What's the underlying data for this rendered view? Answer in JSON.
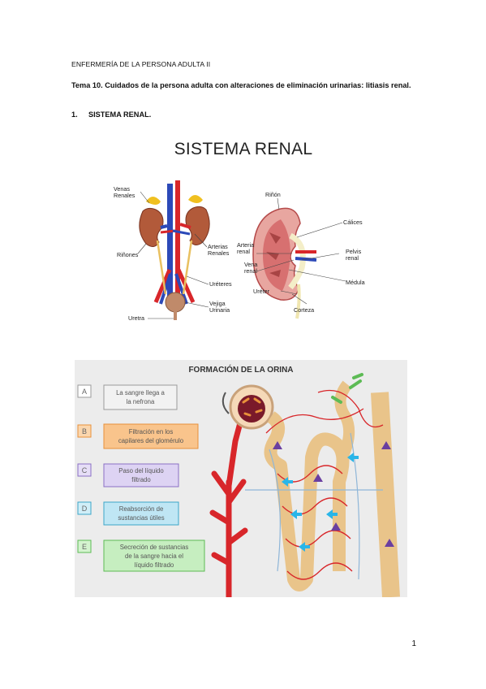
{
  "document": {
    "header": "ENFERMERÍA DE LA PERSONA ADULTA II",
    "tema_label": "Tema 10.",
    "tema_text": "Cuidados de la persona adulta con alteraciones de eliminación urinarias: litiasis renal.",
    "section_number": "1.",
    "section_title": "SISTEMA RENAL.",
    "page_number": "1"
  },
  "figure1": {
    "title": "SISTEMA RENAL",
    "left_labels": {
      "venas_renales": [
        "Venas",
        "Renales"
      ],
      "rinones": "Riñones",
      "arterias_renales": [
        "Arterias",
        "Renales"
      ],
      "ureteres": "Uréteres",
      "vejiga_urinaria": [
        "Vejiga",
        "Urinaria"
      ],
      "uretra": "Uretra"
    },
    "right_labels": {
      "rinon": "Riñón",
      "calices": "Cálices",
      "arteria_renal": [
        "Arteria",
        "renal"
      ],
      "vena_renal": [
        "Vena",
        "renal"
      ],
      "pelvis_renal": [
        "Pelvis",
        "renal"
      ],
      "medula": "Médula",
      "ureter": "Uréter",
      "corteza": "Corteza"
    }
  },
  "figure2": {
    "title": "FORMACIÓN DE LA ORINA",
    "steps": [
      {
        "letter": "A",
        "text": [
          "La sangre llega a",
          "la nefrona"
        ],
        "border": "#9a9a9a",
        "fill": "#f2f2f2"
      },
      {
        "letter": "B",
        "text": [
          "Filtración en los",
          "capilares del glomérulo"
        ],
        "border": "#e8913a",
        "fill": "#f9c48c"
      },
      {
        "letter": "C",
        "text": [
          "Paso del líquido",
          "filtrado"
        ],
        "border": "#8a6fc4",
        "fill": "#ddd3f3"
      },
      {
        "letter": "D",
        "text": [
          "Reabsorción de",
          "sustancias útiles"
        ],
        "border": "#3ba6c9",
        "fill": "#bfe6f4"
      },
      {
        "letter": "E",
        "text": [
          "Secreción de sustancias",
          "de la sangre hacia el",
          "líquido filtrado"
        ],
        "border": "#5dbb55",
        "fill": "#c6eec0"
      }
    ]
  }
}
